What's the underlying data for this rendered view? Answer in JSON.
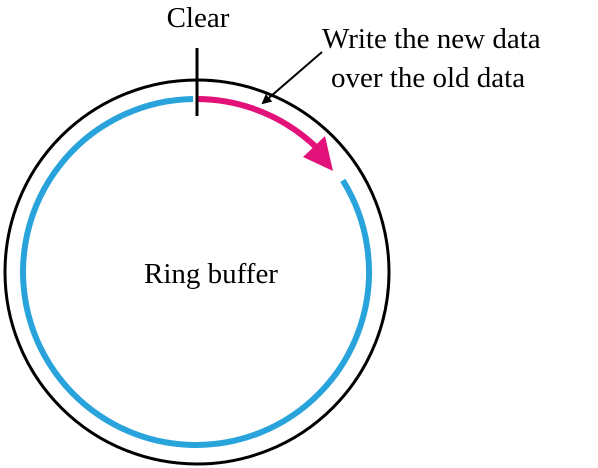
{
  "labels": {
    "clear": "Clear",
    "annotation_line1": "Write the new data",
    "annotation_line2": "over the old data",
    "center": "Ring buffer"
  },
  "colors": {
    "outer_ring": "#000000",
    "old_data_ring": "#29a3dc",
    "new_data_arc": "#e2127a",
    "text": "#000000"
  }
}
